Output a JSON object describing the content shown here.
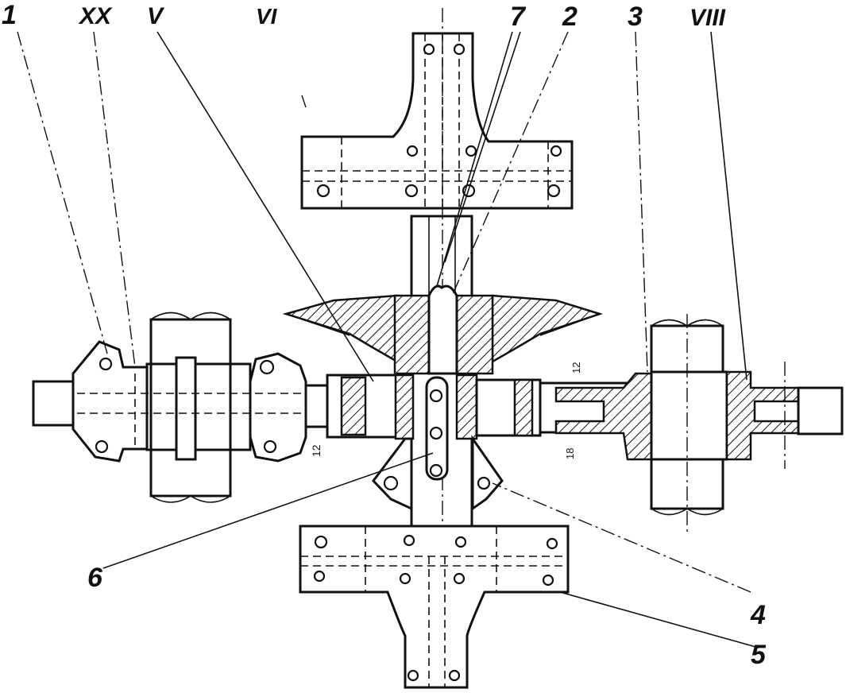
{
  "labels": {
    "l1": "1",
    "xx": "XX",
    "v": "V",
    "vi": "VI",
    "l7": "7",
    "l2": "2",
    "l3": "3",
    "viii": "VIII",
    "l6": "6",
    "l4": "4",
    "l5": "5"
  },
  "dims": {
    "d12_left": "12",
    "d12_right": "12",
    "d18": "18"
  }
}
